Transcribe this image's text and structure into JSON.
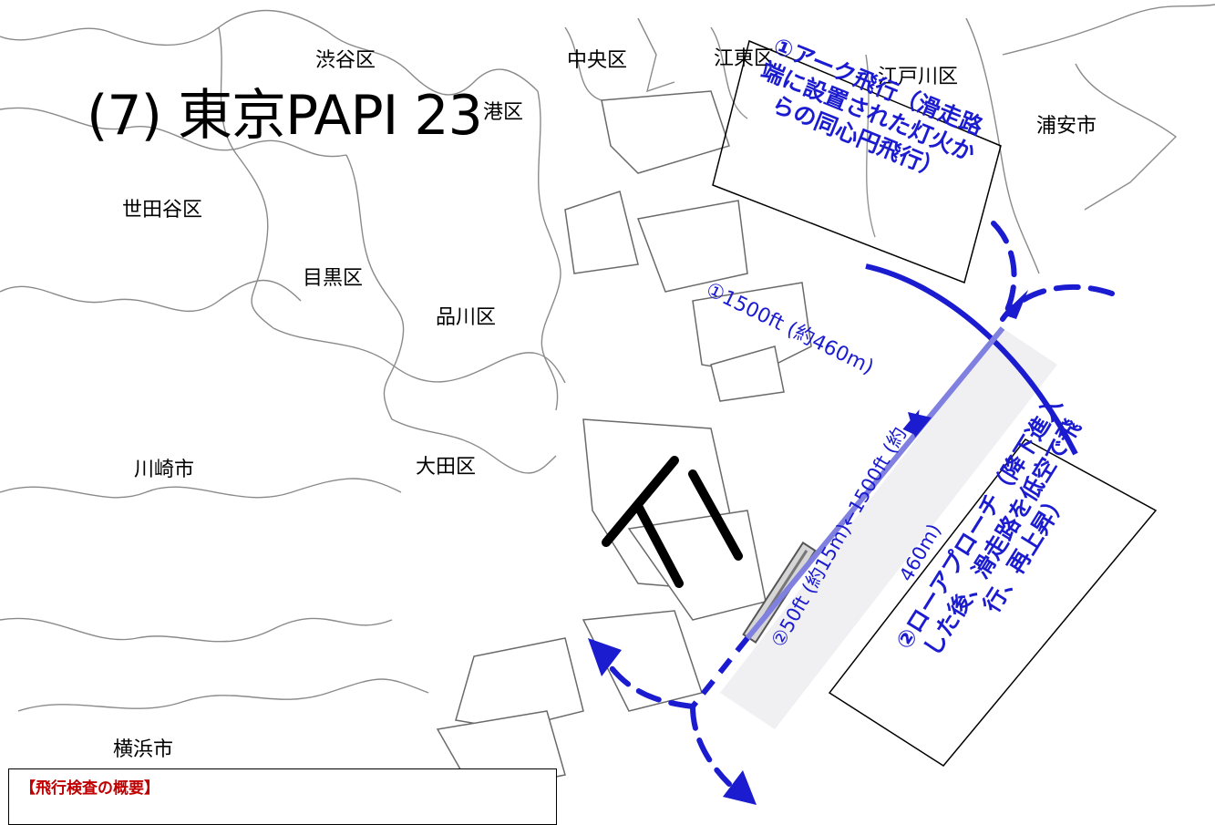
{
  "title": "(7) 東京PAPI 23",
  "wards": {
    "shibuya": "渋谷区",
    "chuo": "中央区",
    "koto": "江東区",
    "edogawa": "江戸川区",
    "minato": "港区",
    "urayasu": "浦安市",
    "setagaya": "世田谷区",
    "meguro": "目黒区",
    "shinagawa": "品川区",
    "kawasaki": "川崎市",
    "ota": "大田区",
    "yokohama": "横浜市"
  },
  "arc_flight": {
    "description": "①アーク飛行（滑走路端に設置された灯火からの同心円飛行）",
    "altitude": "①1500ft (約460m)"
  },
  "low_approach": {
    "description": "②ローアプローチ（降下進入した後、滑走路を低空で飛行、再上昇）",
    "altitude_line1": "②50ft (約15m)←1500ft (約",
    "altitude_line2": "460m)"
  },
  "summary": {
    "title": "【飛行検査の概要】"
  },
  "colors": {
    "flight_path": "#1b1bd0",
    "boundary": "#8a8a8a",
    "runway": "#000000",
    "summary_title": "#c00000"
  }
}
